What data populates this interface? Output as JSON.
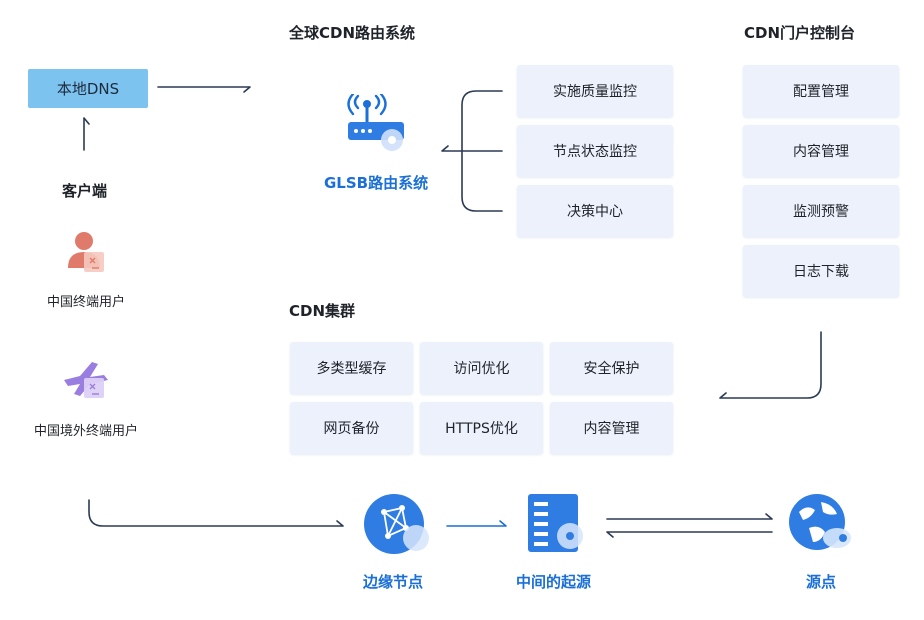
{
  "local_dns": {
    "label": "本地DNS"
  },
  "client": {
    "title": "客户端",
    "users": [
      "中国终端用户",
      "中国境外终端用户"
    ]
  },
  "glsb": {
    "section_title": "全球CDN路由系统",
    "system_label": "GLSB路由系统",
    "modules": [
      "实施质量监控",
      "节点状态监控",
      "决策中心"
    ]
  },
  "portal": {
    "title": "CDN门户控制台",
    "items": [
      "配置管理",
      "内容管理",
      "监测预警",
      "日志下载"
    ]
  },
  "cluster": {
    "title": "CDN集群",
    "row1": [
      "多类型缓存",
      "访问优化",
      "安全保护"
    ],
    "row2": [
      "网页备份",
      "HTTPS优化",
      "内容管理"
    ]
  },
  "flow": {
    "edge_node": "边缘节点",
    "middle_origin": "中间的起源",
    "origin": "源点"
  },
  "colors": {
    "accent_blue": "#1a6fd8",
    "dns_blue": "#7cc3f0",
    "box_bg": "#ecf1fb",
    "line_dark": "#2b3a55",
    "user_red": "#e07a6a",
    "user_purple": "#9a7de0"
  }
}
